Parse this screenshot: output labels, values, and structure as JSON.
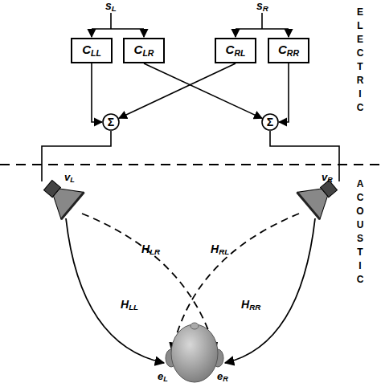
{
  "diagram": {
    "nodes": [
      {
        "text": [
          "CLL"
        ]
      },
      {
        "text": [
          "CLR"
        ]
      },
      {
        "text": [
          "CRL"
        ]
      },
      {
        "text": [
          "CRR"
        ]
      },
      {
        "text": [
          "Σ"
        ]
      },
      {
        "text": [
          "Σ"
        ]
      }
    ],
    "edges": [
      {
        "from": 0,
        "to": 4,
        "arrow": "to"
      },
      {
        "from": 1,
        "to": 5,
        "arrow": "to"
      },
      {
        "from": 2,
        "to": 4,
        "arrow": "to"
      },
      {
        "from": 3,
        "to": 5,
        "arrow": "to"
      }
    ],
    "labels": [
      "sL",
      "sR",
      "ELECTRIC",
      "ACOUSTIC",
      "vL",
      "vR",
      "HLL",
      "HLR",
      "HRL",
      "HRR",
      "eL",
      "eR"
    ]
  }
}
